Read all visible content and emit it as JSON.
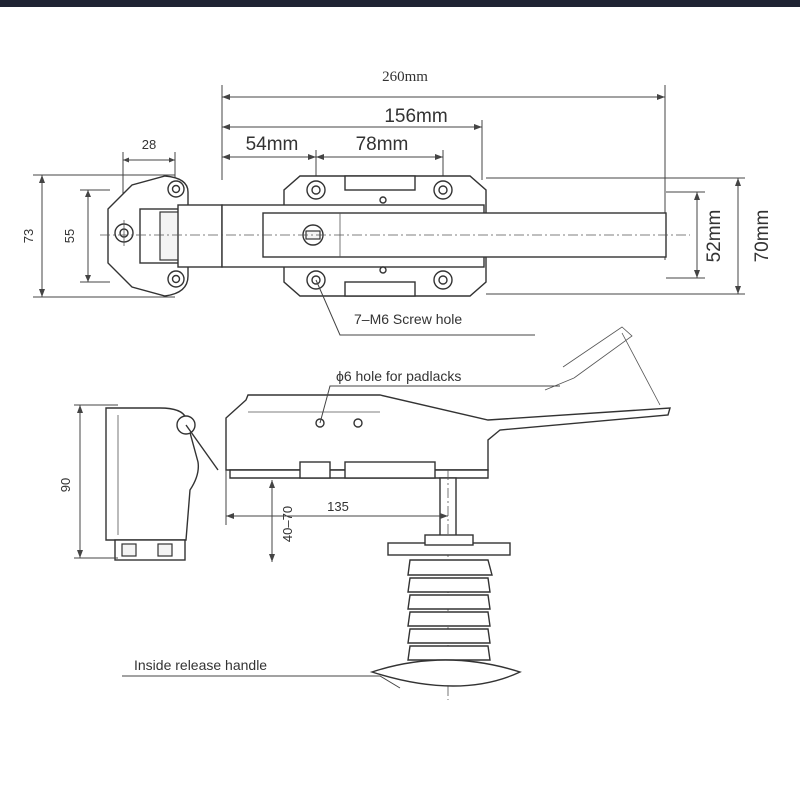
{
  "top_view": {
    "dim_overall_length": "260mm",
    "dim_mount_length": "156mm",
    "dim_offset": "54mm",
    "dim_hole_spacing": "78mm",
    "dim_keeper_width": "28",
    "dim_keeper_height_outer": "73",
    "dim_keeper_height_inner": "55",
    "dim_handle_height": "52mm",
    "dim_overall_height": "70mm",
    "callout_screw_hole": "7–M6 Screw hole"
  },
  "side_view": {
    "callout_padlock_hole": "ϕ6  hole for padlacks",
    "dim_height": "90",
    "dim_range": "40–70",
    "dim_length": "135",
    "callout_release_handle": "Inside release handle"
  }
}
